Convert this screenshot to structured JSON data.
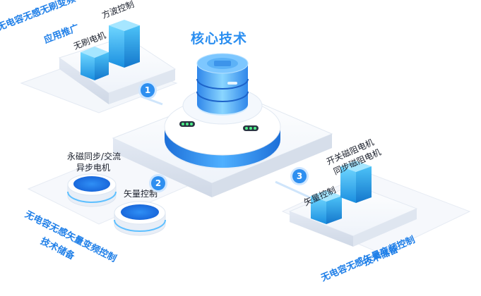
{
  "core": {
    "title": "核心技术"
  },
  "area1": {
    "number": "1",
    "title_line1": "无电容无感无刷变频",
    "title_line2": "应用推广",
    "box_left_label": "无刷电机",
    "box_right_label": "方波控制"
  },
  "area2": {
    "number": "2",
    "title_line1": "无电容无感矢量变频控制",
    "title_line2": "技术储备",
    "disk_label_line1": "永磁同步/交流",
    "disk_label_line2": "异步电机",
    "control_label": "矢量控制"
  },
  "area3": {
    "number": "3",
    "title_line1": "无电容无感矢量变频控制",
    "title_line2": "技术储备",
    "box_label": "矢量控制",
    "motor_line1": "开关磁阻电机",
    "motor_line2": "同步磁阻电机"
  },
  "colors": {
    "accent": "#1f7fe8",
    "cube": "#2fb5f0",
    "disk": "#1e6fe0"
  }
}
